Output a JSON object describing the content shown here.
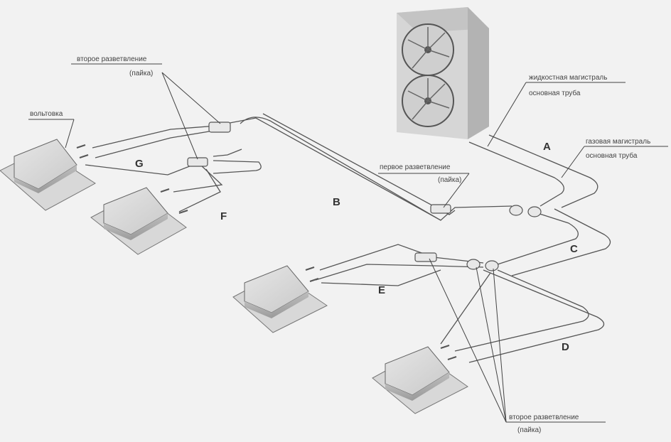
{
  "labels": {
    "branch2_top": "второе разветвление",
    "branch2_top_sub": "(пайка)",
    "indoor_unit": "вольтовка",
    "liquid_main": "жидкостная магистраль",
    "liquid_main_sub": "основная труба",
    "gas_main": "газовая магистраль",
    "gas_main_sub": "основная труба",
    "branch1": "первое разветвление",
    "branch1_sub": "(пайка)",
    "branch2_bottom": "второе разветвление",
    "branch2_bottom_sub": "(пайка)"
  },
  "segments": {
    "A": "A",
    "B": "B",
    "C": "C",
    "D": "D",
    "E": "E",
    "F": "F",
    "G": "G"
  }
}
